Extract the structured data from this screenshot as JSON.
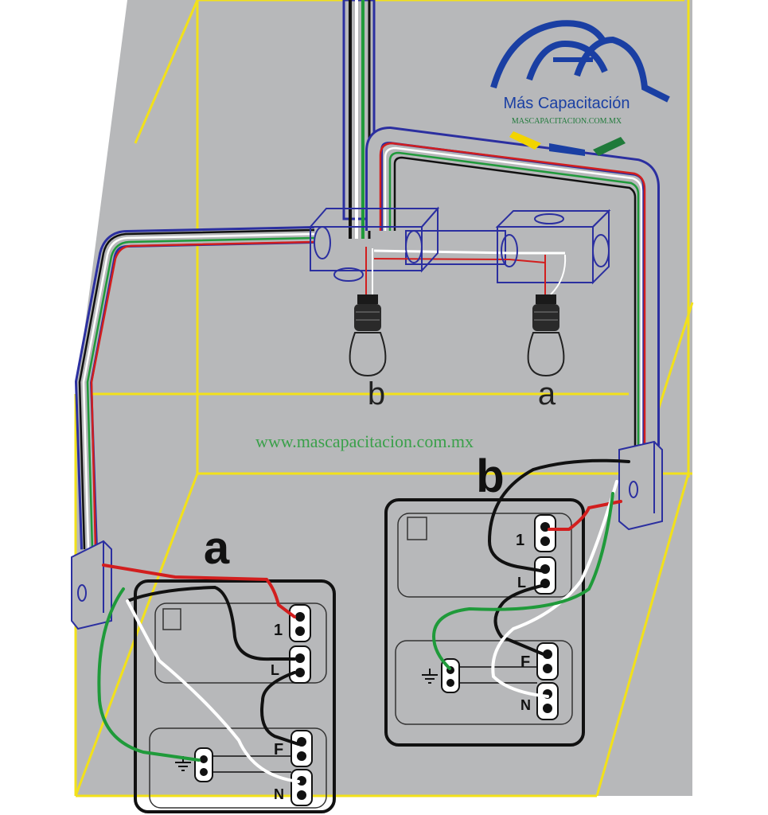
{
  "logo": {
    "name": "Más Capacitación",
    "url": "MASCAPACITACION.COM.MX",
    "colors": {
      "blue": "#1a3fa3",
      "yellow": "#f2d400",
      "green": "#1f7a3a"
    }
  },
  "watermark": "www.mascapacitacion.com.mx",
  "lamps": [
    {
      "label": "b"
    },
    {
      "label": "a"
    }
  ],
  "switches": [
    {
      "id": "a",
      "label": "a",
      "terminal_1": "1",
      "terminal_l": "L",
      "terminal_f": "F",
      "terminal_n": "N"
    },
    {
      "id": "b",
      "label": "b",
      "terminal_1": "1",
      "terminal_l": "L",
      "terminal_f": "F",
      "terminal_n": "N"
    }
  ],
  "wire_colors": {
    "conduit": "#2b2fa0",
    "phase": "#111111",
    "neutral": "#ffffff",
    "switched": "#d21e1e",
    "ground": "#1f9a3a"
  },
  "room": {
    "wall_fill": "#b7b8ba",
    "edge_color": "#f2e11a"
  }
}
